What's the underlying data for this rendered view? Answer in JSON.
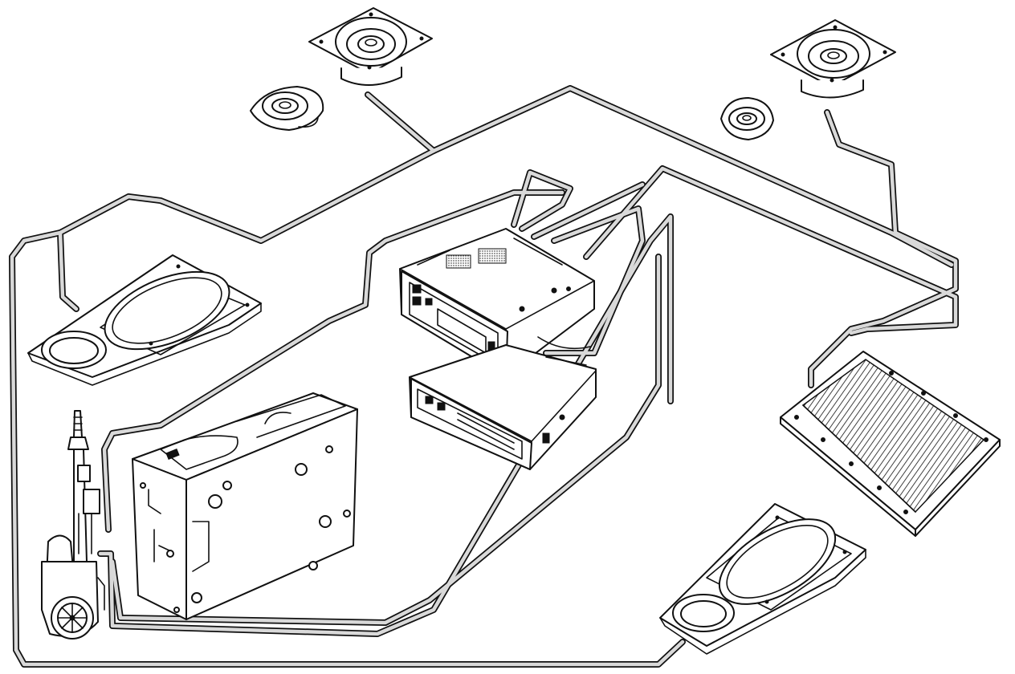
{
  "diagram": {
    "kind": "audio-system-component-illustration",
    "components": [
      "front-left-door-speaker",
      "front-left-tweeter",
      "rear-right-speaker",
      "rear-right-tweeter",
      "left-rear-deck-speaker",
      "right-rear-deck-speaker",
      "radio-cassette-head-unit",
      "cd-player-unit",
      "cd-changer",
      "power-antenna",
      "power-amplifier"
    ],
    "colors": {
      "outline": "#111111",
      "wire_fill": "#d9d9d9",
      "background": "#ffffff"
    }
  }
}
